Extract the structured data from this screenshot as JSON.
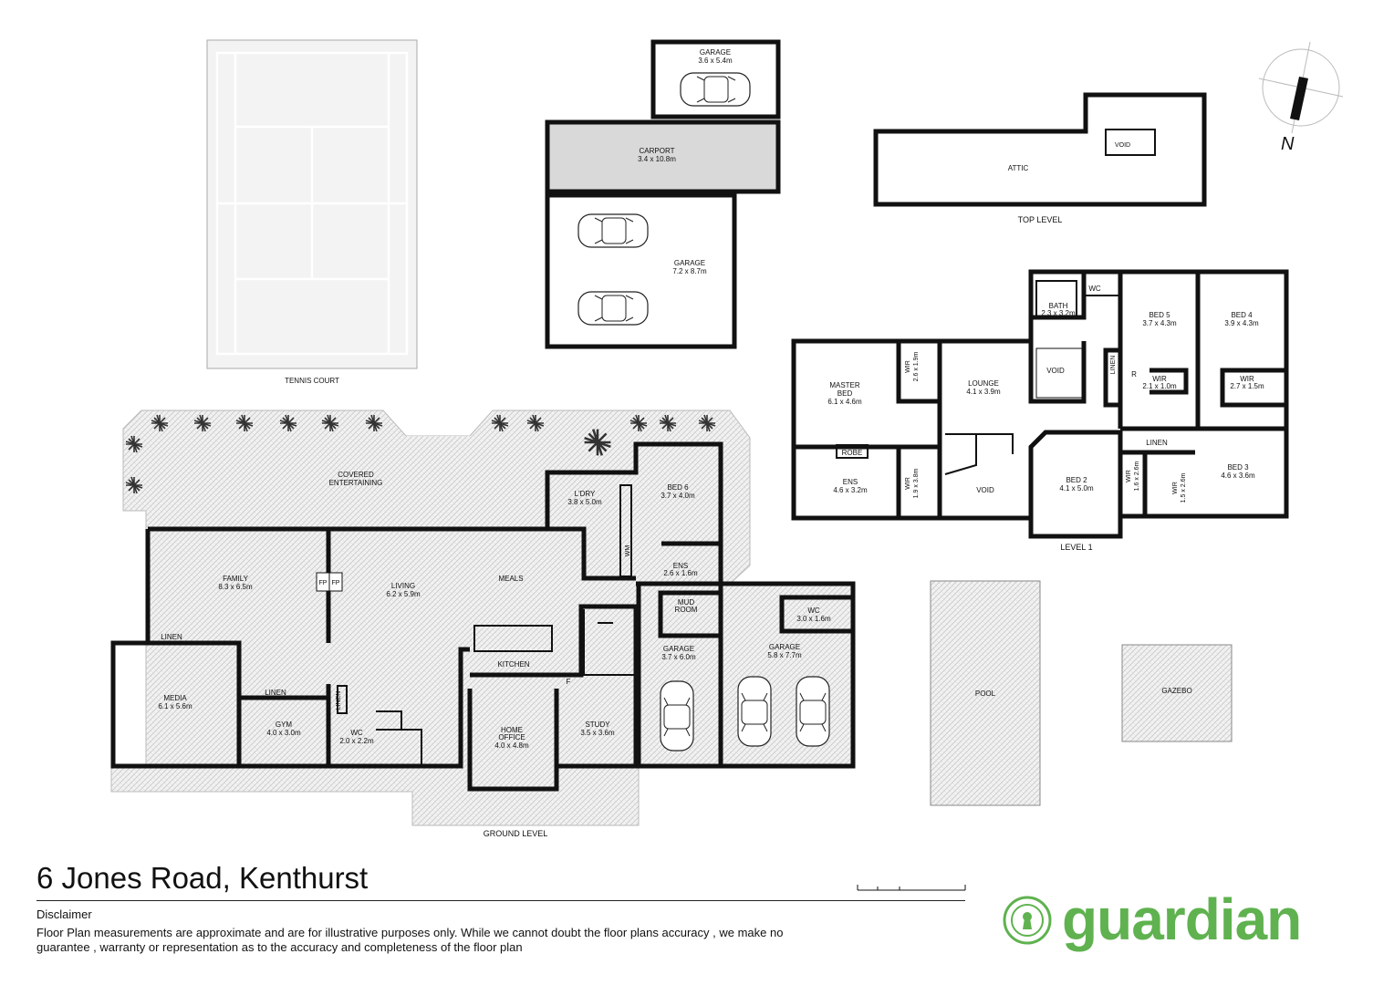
{
  "address": "6 Jones Road, Kenthurst",
  "disclaimer": {
    "title": "Disclaimer",
    "text": "Floor Plan measurements are approximate and are for illustrative purposes only. While we cannot doubt the floor plans accuracy , we make no guarantee , warranty or representation as to the accuracy and completeness of the floor plan"
  },
  "brand": {
    "name": "guardian",
    "color": "#5fb24f"
  },
  "compass": {
    "label": "N"
  },
  "levels": {
    "ground": "GROUND LEVEL",
    "level1": "LEVEL 1",
    "top": "TOP LEVEL"
  },
  "outdoor": {
    "tennis": "TENNIS COURT",
    "pool": "POOL",
    "gazebo": "GAZEBO"
  },
  "rooms": {
    "garage_single": {
      "name": "GARAGE",
      "dim": "3.6 x 5.4m"
    },
    "carport": {
      "name": "CARPORT",
      "dim": "3.4 x 10.8m"
    },
    "garage_double_top": {
      "name": "GARAGE",
      "dim": "7.2 x 8.7m"
    },
    "attic": {
      "name": "ATTIC"
    },
    "void_top": {
      "name": "VOID"
    },
    "covered_entertaining": {
      "name1": "COVERED",
      "name2": "ENTERTAINING"
    },
    "family": {
      "name": "FAMILY",
      "dim": "8.3 x 6.5m"
    },
    "living": {
      "name": "LIVING",
      "dim": "6.2 x 5.9m"
    },
    "meals": {
      "name": "MEALS"
    },
    "fp": "FP",
    "laundry": {
      "name": "L'DRY",
      "dim": "3.8 x 5.0m"
    },
    "bed6": {
      "name": "BED 6",
      "dim": "3.7 x 4.0m"
    },
    "wm": "WM",
    "ens_ground": {
      "name": "ENS",
      "dim": "2.6 x 1.6m"
    },
    "mud_room": {
      "name1": "MUD",
      "name2": "ROOM"
    },
    "kitchen": {
      "name": "KITCHEN"
    },
    "fridge": "F",
    "linen": "LINEN",
    "media": {
      "name": "MEDIA",
      "dim": "6.1 x 5.6m"
    },
    "gym": {
      "name": "GYM",
      "dim": "4.0 x 3.0m"
    },
    "wc_ground": {
      "name": "WC",
      "dim": "2.0 x 2.2m"
    },
    "home_office": {
      "name1": "HOME",
      "name2": "OFFICE",
      "dim": "4.0 x 4.8m"
    },
    "study": {
      "name": "STUDY",
      "dim": "3.5 x 3.6m"
    },
    "garage_left": {
      "name": "GARAGE",
      "dim": "3.7 x 6.0m"
    },
    "garage_right": {
      "name": "GARAGE",
      "dim": "5.8 x 7.7m"
    },
    "wc_garage": {
      "name": "WC",
      "dim": "3.0 x 1.6m"
    },
    "master_bed": {
      "name1": "MASTER",
      "name2": "BED",
      "dim": "6.1 x 4.6m"
    },
    "wir_master": {
      "name": "WIR",
      "dim": "2.6 x 1.9m"
    },
    "lounge": {
      "name": "LOUNGE",
      "dim": "4.1 x 3.9m"
    },
    "void_l1a": {
      "name": "VOID"
    },
    "bath": {
      "name": "BATH",
      "dim": "2.3 x 3.2m"
    },
    "wc_l1": {
      "name": "WC"
    },
    "bed5": {
      "name": "BED 5",
      "dim": "3.7 x 4.3m"
    },
    "bed4": {
      "name": "BED 4",
      "dim": "3.9 x 4.3m"
    },
    "wir_bed5": {
      "name": "WIR",
      "dim": "2.1 x 1.0m"
    },
    "wir_bed4": {
      "name": "WIR",
      "dim": "2.7 x 1.5m"
    },
    "r": "R",
    "robe": "ROBE",
    "ens_l1": {
      "name": "ENS",
      "dim": "4.6 x 3.2m"
    },
    "wir_ens": {
      "name": "WIR",
      "dim": "1.9 x 3.8m"
    },
    "void_l1b": {
      "name": "VOID"
    },
    "bed2": {
      "name": "BED 2",
      "dim": "4.1 x 5.0m"
    },
    "wir_bed2": {
      "name": "WIR",
      "dim": "1.6 x 2.6m"
    },
    "wir_bed3": {
      "name": "WIR",
      "dim": "1.5 x 2.6m"
    },
    "bed3": {
      "name": "BED 3",
      "dim": "4.6 x 3.6m"
    }
  }
}
